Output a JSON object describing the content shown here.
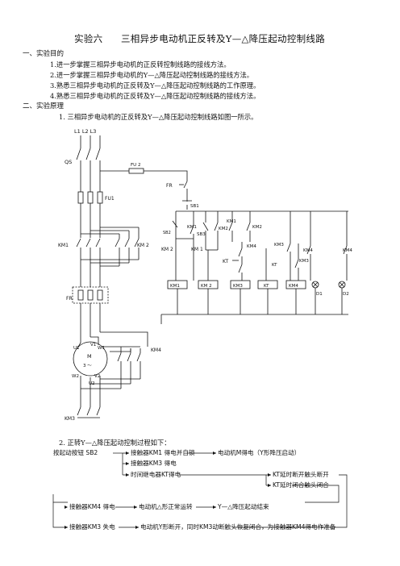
{
  "doc": {
    "title_num": "实验六",
    "title_text": "三相异步电动机正反转及Y—△降压起动控制线路",
    "sec1": "一、实验目的",
    "goals": [
      "1.进一步掌握三相异步电动机的正反转控制线路的接线方法。",
      "2.进一步掌握三相异步电动机的Y—△降压起动控制线路的接线方法。",
      "3.熟悉三相异步电动机的正反转及Y—△降压起动控制线路的工作原理。",
      "4.熟悉三相异步电动机的正反转及Y—△降压起动控制线路的接线方法。"
    ],
    "sec2": "二、实验原理",
    "p1": "1. 三相异步电动机的正反转及Y—△降压起动控制线路如图一所示。",
    "p2": "2. 正转Y—△降压起动控制过程如下："
  },
  "diagram": {
    "lines": "L1 L2 L3",
    "qs": "QS",
    "fu2": "FU 2",
    "fu1": "FU1",
    "fr": "FR",
    "fr_ctrl": "FR",
    "sb1": "SB1",
    "sb2": "SB2",
    "sb3": "SB3",
    "km1_pwr": "KM1",
    "km2_pwr": "KM 2",
    "km4_pwr": "KM4",
    "km3_pwr": "KM3",
    "m": "M",
    "m3": "3 ～",
    "u1": "U1",
    "v1": "V1",
    "w1": "W1",
    "w2": "W2",
    "v2": "V2",
    "u2": "U2",
    "c_km1a": "KM1",
    "c_km2a": "KM2",
    "c_km1top": "KM1",
    "c_km2top": "KM2",
    "c_km2b": "KM 2",
    "c_km1b": "KM 1",
    "c_km4b": "KM4",
    "c_km3b": "KM3",
    "c_kt": "KT",
    "c_kt2": "KT",
    "c_km4c": "KM4",
    "c_km4d": "KM4",
    "c_km3c": "KM3",
    "coils": [
      "KM1",
      "KM 2",
      "KM3",
      "KT",
      "KM4"
    ],
    "d1": "D1",
    "d2": "D2"
  },
  "flow": {
    "start": "按起动按钮 SB2",
    "km1": "接触器KM1 得电并自锁",
    "motor_y": "电动机M得电（Y形降压启动）",
    "km3": "接触器KM3 得电",
    "kt": "时间继电器KT得电",
    "kt_open": "KT延时断开触头断开",
    "kt_close": "KT延时闭合触头闭合",
    "km4": "接触器KM4 得电",
    "motor_d": "电动机△形正常运转",
    "end": "Y—△降压起动结束",
    "km3_off": "接触器KM3 失电",
    "motor_y_off": "电动机Y形断开，同时KM3动断触头恢复闭合，为接触器KM4得电作准备"
  }
}
